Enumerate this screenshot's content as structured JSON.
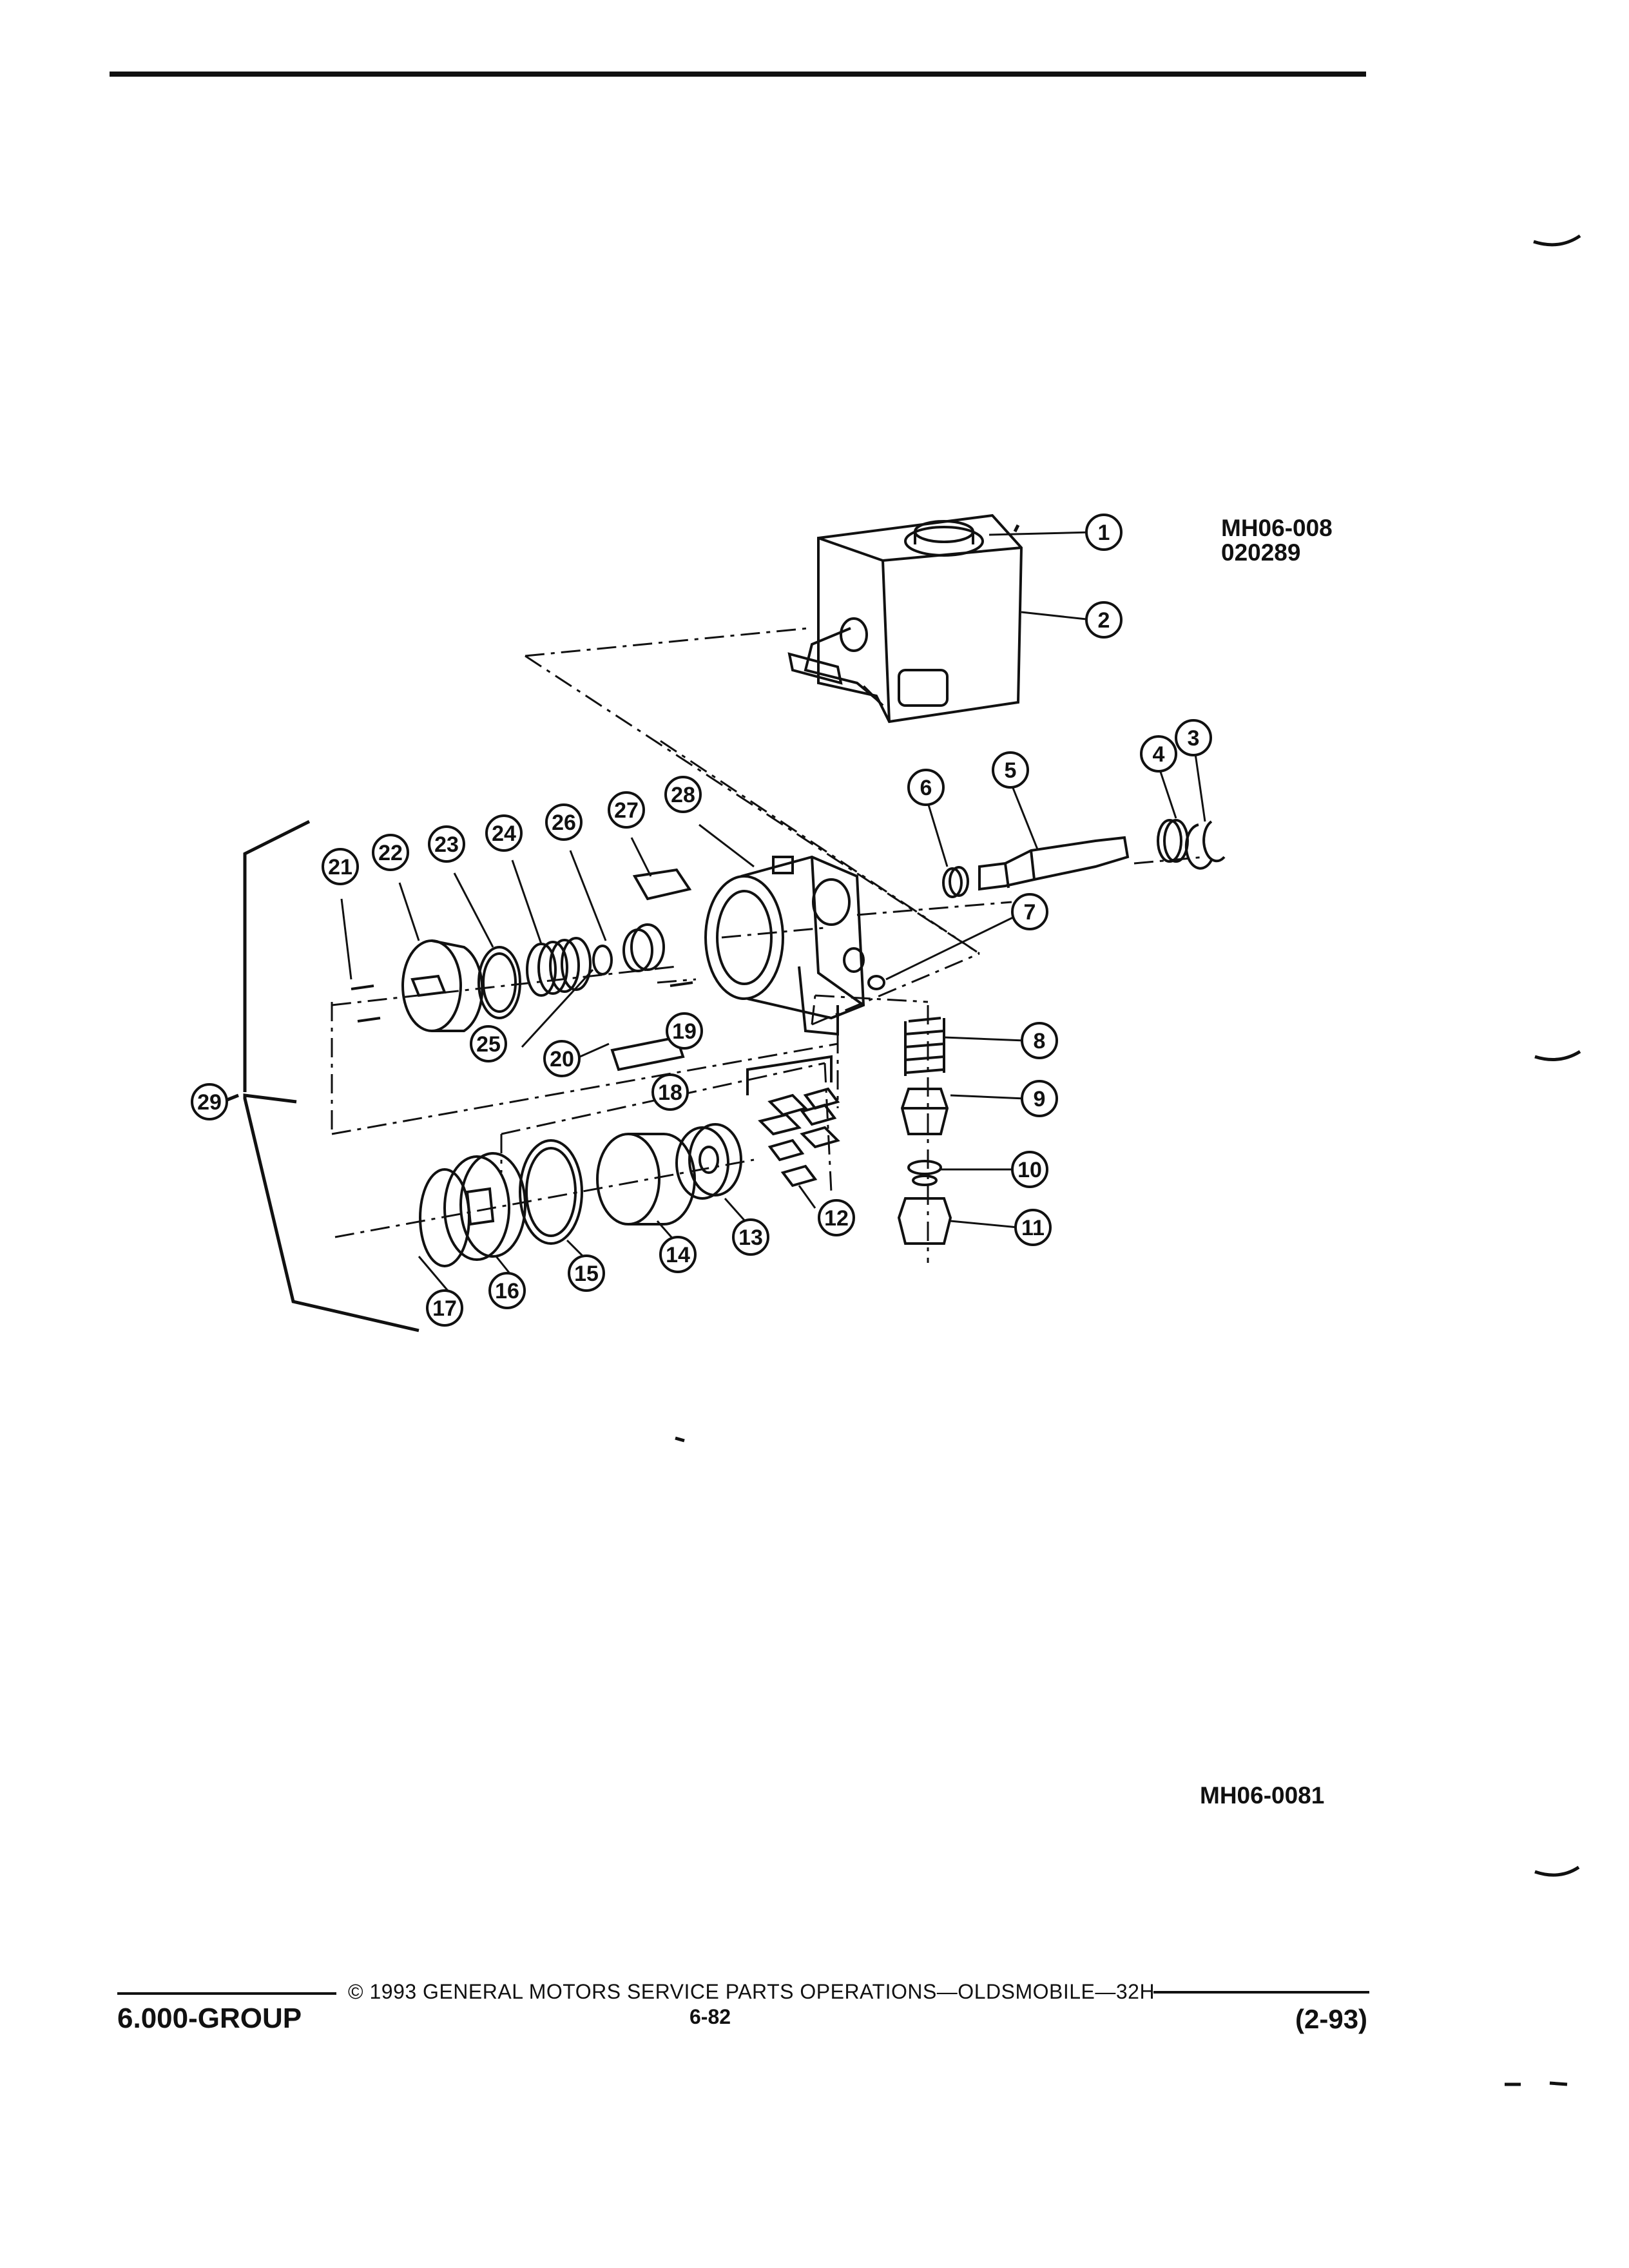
{
  "drawing_codes": {
    "top_line1": "MH06-008",
    "top_line2": "020289",
    "bottom": "MH06-0081"
  },
  "callouts": [
    "1",
    "2",
    "3",
    "4",
    "5",
    "6",
    "7",
    "8",
    "9",
    "10",
    "11",
    "12",
    "13",
    "14",
    "15",
    "16",
    "17",
    "18",
    "19",
    "20",
    "21",
    "22",
    "23",
    "24",
    "25",
    "26",
    "27",
    "28",
    "29"
  ],
  "footer": {
    "copyright": "©  1993  GENERAL MOTORS SERVICE PARTS OPERATIONS—OLDSMOBILE—32H",
    "group": "6.000-GROUP",
    "page": "6-82",
    "date": "(2-93)"
  }
}
